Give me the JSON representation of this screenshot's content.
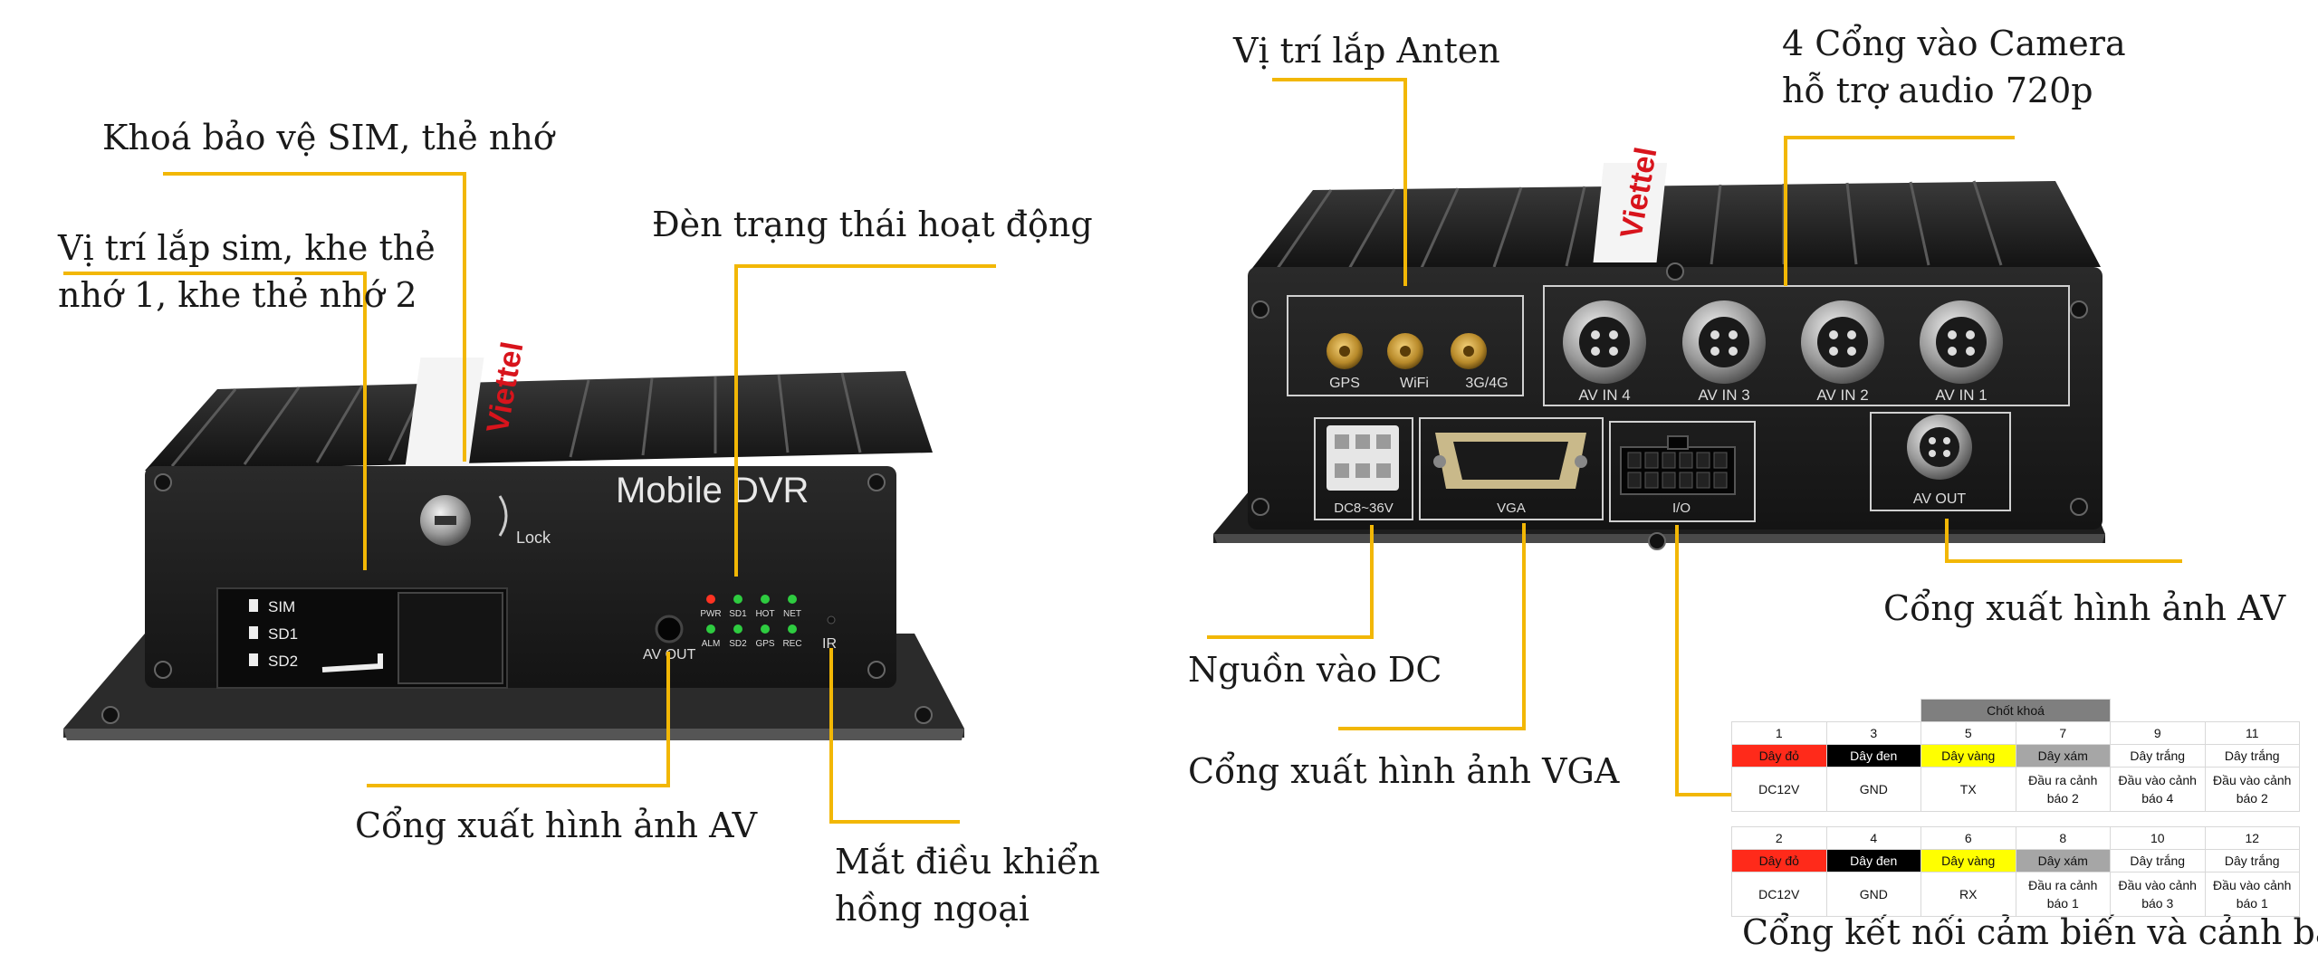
{
  "left": {
    "labels": {
      "sim_lock": "Khoá bảo vệ SIM, thẻ nhớ",
      "sim_slot_1": "Vị trí lắp sim, khe thẻ",
      "sim_slot_2": "nhớ 1, khe thẻ nhớ 2",
      "status_led": "Đèn trạng thái hoạt động",
      "av_out": "Cổng xuất hình ảnh AV",
      "ir_1": "Mắt điều khiển",
      "ir_2": "hồng ngoại"
    },
    "device": {
      "brand": "Viettel",
      "model": "Mobile DVR",
      "lock": "Lock",
      "slots": [
        "SIM",
        "SD1",
        "SD2"
      ],
      "leds_top": [
        "PWR",
        "SD1",
        "HOT",
        "NET"
      ],
      "leds_bottom": [
        "ALM",
        "SD2",
        "GPS",
        "REC"
      ],
      "av_out": "AV OUT",
      "ir": "IR"
    }
  },
  "right": {
    "labels": {
      "antenna": "Vị trí lắp Anten",
      "camera_1": "4 Cổng vào Camera",
      "camera_2": "hỗ trợ audio 720p",
      "av_out": "Cổng xuất hình ảnh AV",
      "dc_in": "Nguồn vào DC",
      "vga": "Cổng xuất hình ảnh VGA",
      "io": "Cổng kết nối cảm biến và cảnh báo"
    },
    "device": {
      "brand": "Viettel",
      "antennas": [
        "GPS",
        "WiFi",
        "3G/4G"
      ],
      "av_inputs": [
        "AV IN 4",
        "AV IN 3",
        "AV IN 2",
        "AV IN 1"
      ],
      "dc": "DC8~36V",
      "vga": "VGA",
      "io": "I/O",
      "av_out": "AV OUT"
    }
  },
  "pin_table": {
    "header": "Chốt khoá",
    "row1_numbers": [
      "1",
      "3",
      "5",
      "7",
      "9",
      "11"
    ],
    "row1_wires": [
      "Dây đỏ",
      "Dây đen",
      "Dây vàng",
      "Dây xám",
      "Dây trắng",
      "Dây trắng"
    ],
    "row1_functions": [
      "DC12V",
      "GND",
      "TX",
      "Đầu ra cảnh báo 2",
      "Đầu vào cảnh báo 4",
      "Đầu vào cảnh báo 2"
    ],
    "row2_numbers": [
      "2",
      "4",
      "6",
      "8",
      "10",
      "12"
    ],
    "row2_wires": [
      "Dây đỏ",
      "Dây đen",
      "Dây vàng",
      "Dây xám",
      "Dây trắng",
      "Dây trắng"
    ],
    "row2_functions": [
      "DC12V",
      "GND",
      "RX",
      "Đầu ra cảnh báo 1",
      "Đầu vào cảnh báo 3",
      "Đầu vào cảnh báo 1"
    ],
    "wire_colors": [
      "#ff2a1a",
      "#000000",
      "#ffff00",
      "#a6a6a6",
      "#ffffff",
      "#ffffff"
    ]
  },
  "colors": {
    "leader": "#f2b705",
    "device_body": "#1c1c1c",
    "brand_red": "#d8141c"
  }
}
